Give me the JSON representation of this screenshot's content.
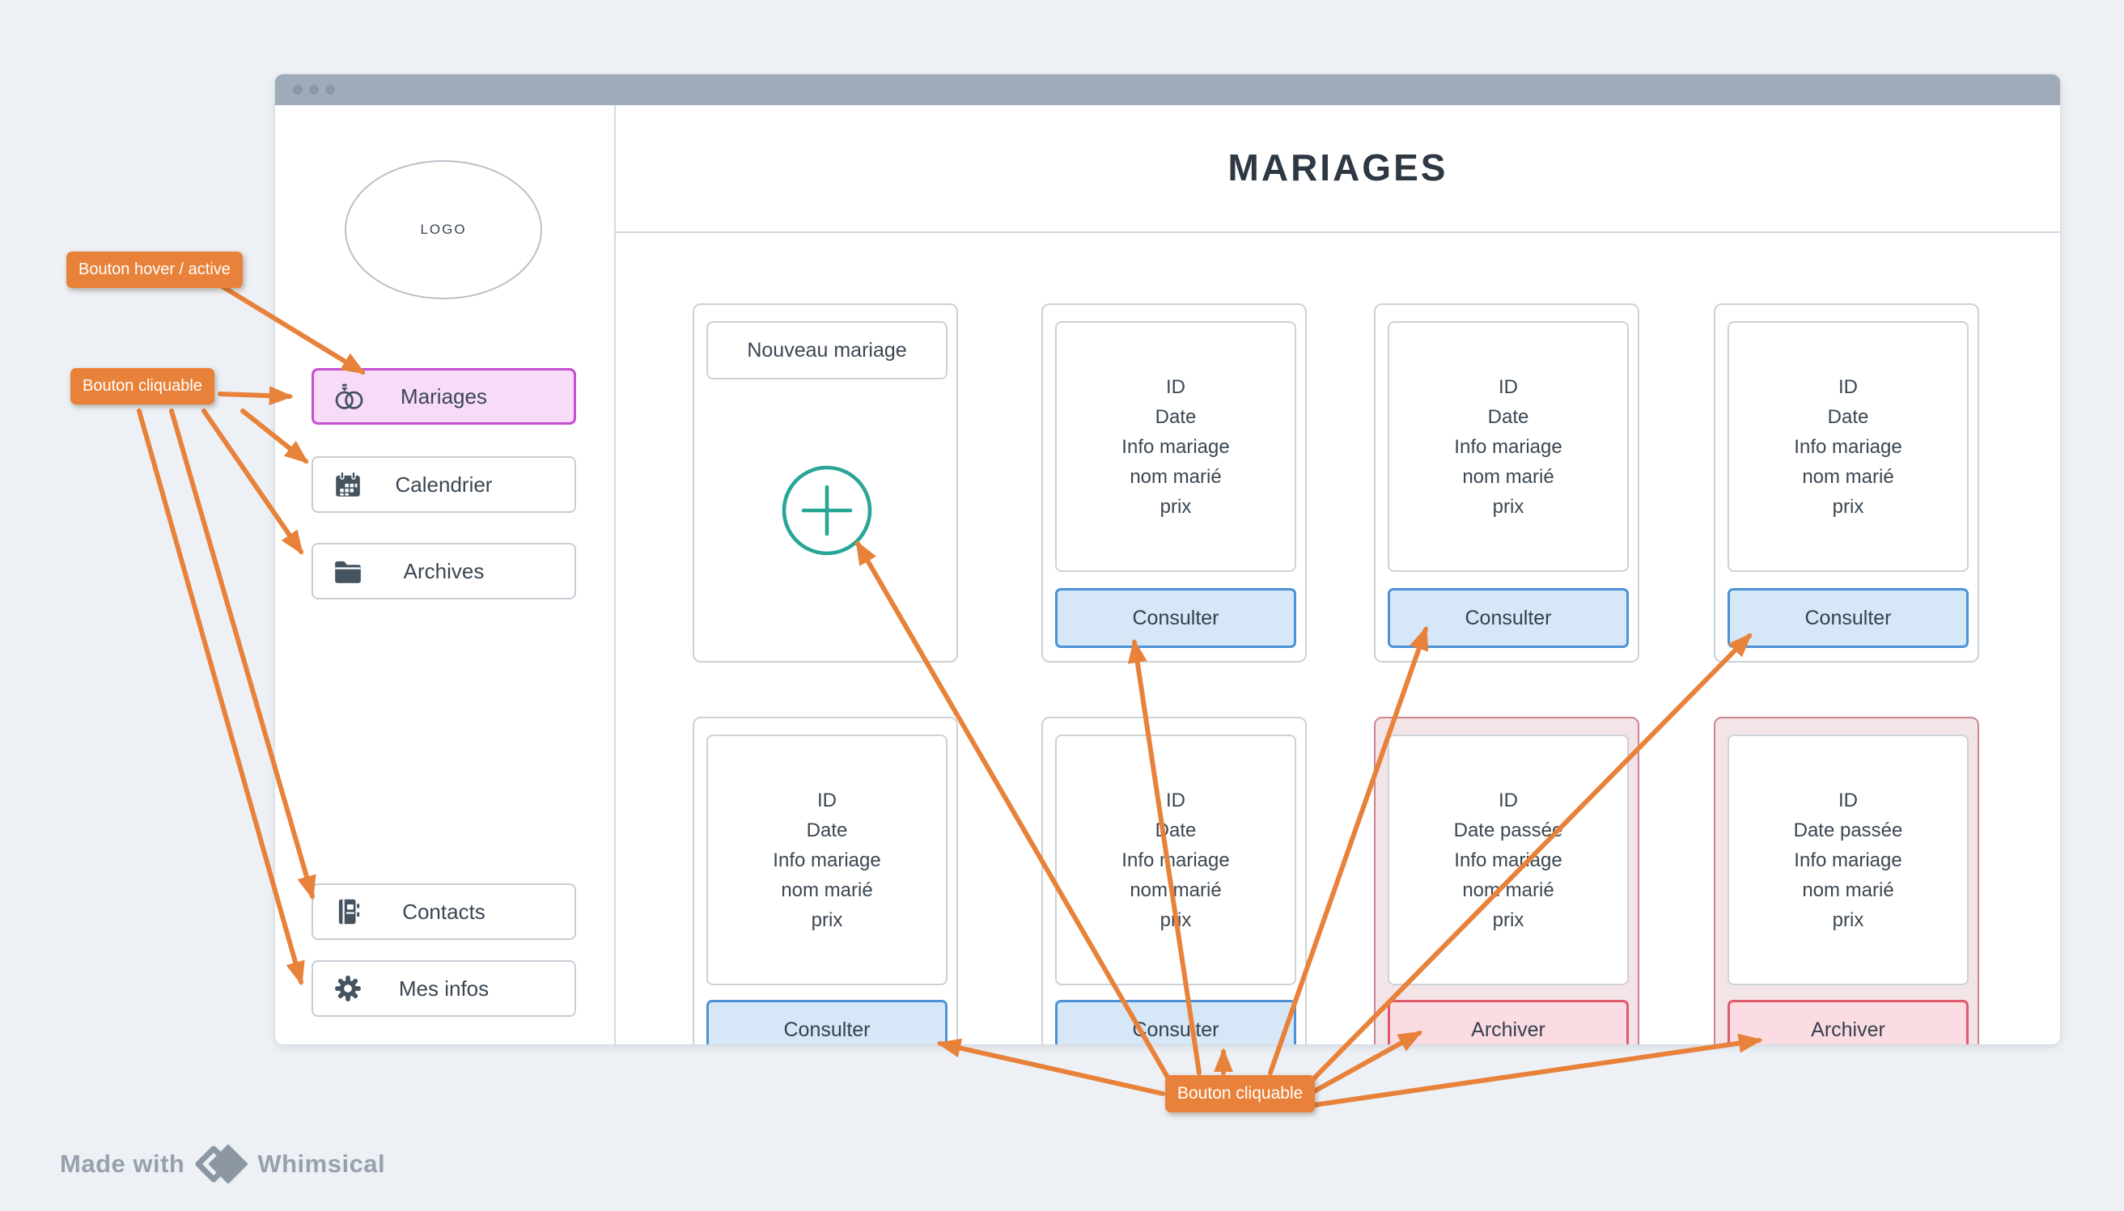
{
  "sidebar": {
    "logo_text": "LOGO",
    "items": [
      {
        "label": "Mariages",
        "icon": "rings-icon",
        "state": "active"
      },
      {
        "label": "Calendrier",
        "icon": "calendar-icon",
        "state": "default"
      },
      {
        "label": "Archives",
        "icon": "folder-icon",
        "state": "default"
      },
      {
        "label": "Contacts",
        "icon": "address-book-icon",
        "state": "default"
      },
      {
        "label": "Mes infos",
        "icon": "gear-icon",
        "state": "default"
      }
    ]
  },
  "main": {
    "title": "MARIAGES",
    "cards": [
      {
        "kind": "new",
        "title": "Nouveau mariage",
        "icon": "plus-icon"
      },
      {
        "kind": "upcoming",
        "lines": [
          "ID",
          "Date",
          "Info mariage",
          "nom marié",
          "prix"
        ],
        "action": "Consulter"
      },
      {
        "kind": "upcoming",
        "lines": [
          "ID",
          "Date",
          "Info mariage",
          "nom marié",
          "prix"
        ],
        "action": "Consulter"
      },
      {
        "kind": "upcoming",
        "lines": [
          "ID",
          "Date",
          "Info mariage",
          "nom marié",
          "prix"
        ],
        "action": "Consulter"
      },
      {
        "kind": "upcoming",
        "lines": [
          "ID",
          "Date",
          "Info mariage",
          "nom marié",
          "prix"
        ],
        "action": "Consulter"
      },
      {
        "kind": "upcoming",
        "lines": [
          "ID",
          "Date",
          "Info mariage",
          "nom marié",
          "prix"
        ],
        "action": "Consulter"
      },
      {
        "kind": "archived",
        "lines": [
          "ID",
          "Date passée",
          "Info mariage",
          "nom marié",
          "prix"
        ],
        "action": "Archiver"
      },
      {
        "kind": "archived",
        "lines": [
          "ID",
          "Date passée",
          "Info mariage",
          "nom marié",
          "prix"
        ],
        "action": "Archiver"
      }
    ]
  },
  "annotations": {
    "hover_active": "Bouton hover / active",
    "clickable_left": "Bouton cliquable",
    "clickable_bottom": "Bouton cliquable"
  },
  "footer": {
    "made_with": "Made with",
    "brand": "Whimsical"
  },
  "colors": {
    "annotation_orange": "#e8823a",
    "active_item_bg": "#f8dbf8",
    "active_item_border": "#c44fd0",
    "consulter_bg": "#d6e7f8",
    "consulter_border": "#4d92d6",
    "archived_card_bg": "#f3e4e7",
    "archived_card_border": "#c9868f",
    "archiver_bg": "#fbdce3",
    "archiver_border": "#df5a6c",
    "plus_teal": "#27a596",
    "titlebar_gray": "#9fabb9"
  }
}
